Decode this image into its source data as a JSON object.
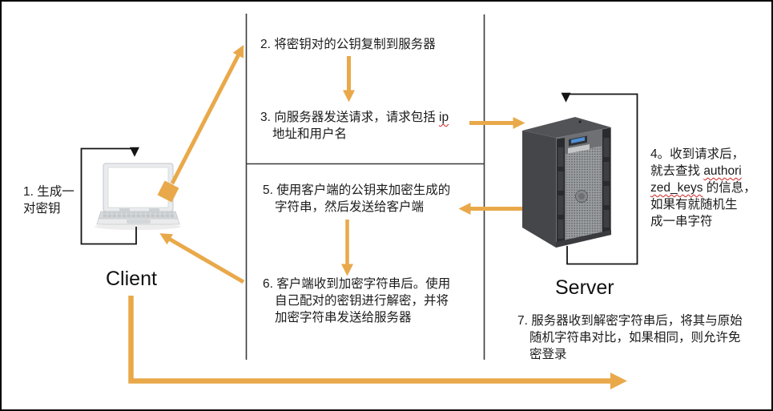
{
  "client": {
    "label": "Client"
  },
  "server": {
    "label": "Server"
  },
  "steps": {
    "one": {
      "line1": "1. 生成一",
      "line2": "对密钥"
    },
    "two": {
      "text": "2. 将密钥对的公钥复制到服务器"
    },
    "three": {
      "line1_pre": "3. 向服务器发送请求，请求包括 ",
      "line1_word": "ip",
      "line2": "地址和用户名"
    },
    "four": {
      "line1": "4。收到请求后，",
      "line2_pre": "就去查找 ",
      "line2_word": "authori",
      "line3_word": "zed_keys",
      "line3_post": " 的信息，",
      "line4": "如果有就随机生",
      "line5": "成一串字符"
    },
    "five": {
      "line1": "5. 使用客户端的公钥来加密生成的",
      "line2": "字符串，然后发送给客户端"
    },
    "six": {
      "line1": "6. 客户端收到加密字符串后。使用",
      "line2": "自己配对的密钥进行解密，并将",
      "line3": "加密字符串发送给服务器"
    },
    "seven": {
      "line1": "7. 服务器收到解密字符串后，将其与原始",
      "line2": "随机字符串对比，如果相同，则允许免",
      "line3": "密登录"
    }
  },
  "colors": {
    "arrow_orange": "#E9A94A",
    "line_black": "#1a1a1a",
    "structure_gray": "#3a3a3a",
    "spellcheck_red": "#cc2222"
  },
  "icons": {
    "client": "laptop-icon",
    "server": "server-tower-icon"
  }
}
